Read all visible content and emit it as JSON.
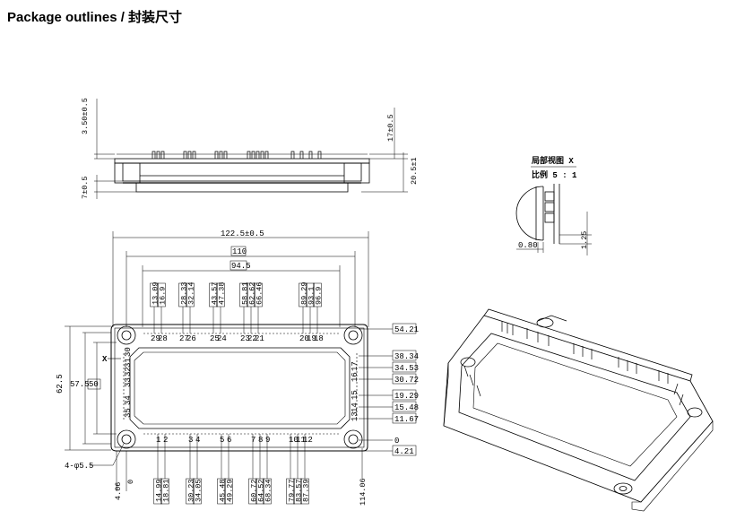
{
  "title": "Package outlines / 封装尺寸",
  "side_view": {
    "dims": [
      "3.50±0.5",
      "7±0.5",
      "17±0.5",
      "20.5±1"
    ]
  },
  "detail_view": {
    "label_line1": "局部视图 X",
    "label_line2": "比例 5 : 1",
    "dim_h": "0.80",
    "dim_v": "1.25"
  },
  "top_view": {
    "width_dims": [
      "122.5±0.5",
      "110",
      "94.5"
    ],
    "top_pin_dims": [
      "13.09",
      "16.9",
      "28.33",
      "32.14",
      "43.57",
      "47.38",
      "58.81",
      "62.62",
      "66.46",
      "89.29",
      "93.1",
      "96.9"
    ],
    "bottom_pin_dims": [
      "14.99",
      "18.81",
      "30.23",
      "34.05",
      "45.48",
      "49.29",
      "60.72",
      "64.52",
      "68.34",
      "79.77",
      "83.57",
      "87.39"
    ],
    "right_dims": [
      "54.21",
      "38.34",
      "34.53",
      "30.72",
      "19.29",
      "15.48",
      "11.67",
      "0",
      "4.21"
    ],
    "left_dims": [
      "62.5",
      "57.5",
      "50"
    ],
    "hole_label": "4-φ5.5",
    "bottom_left_dims": [
      "4.06",
      "0"
    ],
    "bottom_right_dim": "114.06",
    "view_marker": "X",
    "top_pin_numbers": [
      "29",
      "28",
      "27",
      "26",
      "25",
      "24",
      "23",
      "22",
      "21",
      "20",
      "19",
      "18"
    ],
    "bottom_pin_numbers": [
      "1",
      "2",
      "3",
      "4",
      "5",
      "6",
      "7",
      "8",
      "9",
      "10",
      "11",
      "12"
    ],
    "left_pin_numbers": [
      "30",
      "31",
      "32",
      "33",
      "34",
      "35"
    ],
    "right_pin_numbers": [
      "17",
      "16",
      "15",
      "14",
      "13"
    ]
  }
}
